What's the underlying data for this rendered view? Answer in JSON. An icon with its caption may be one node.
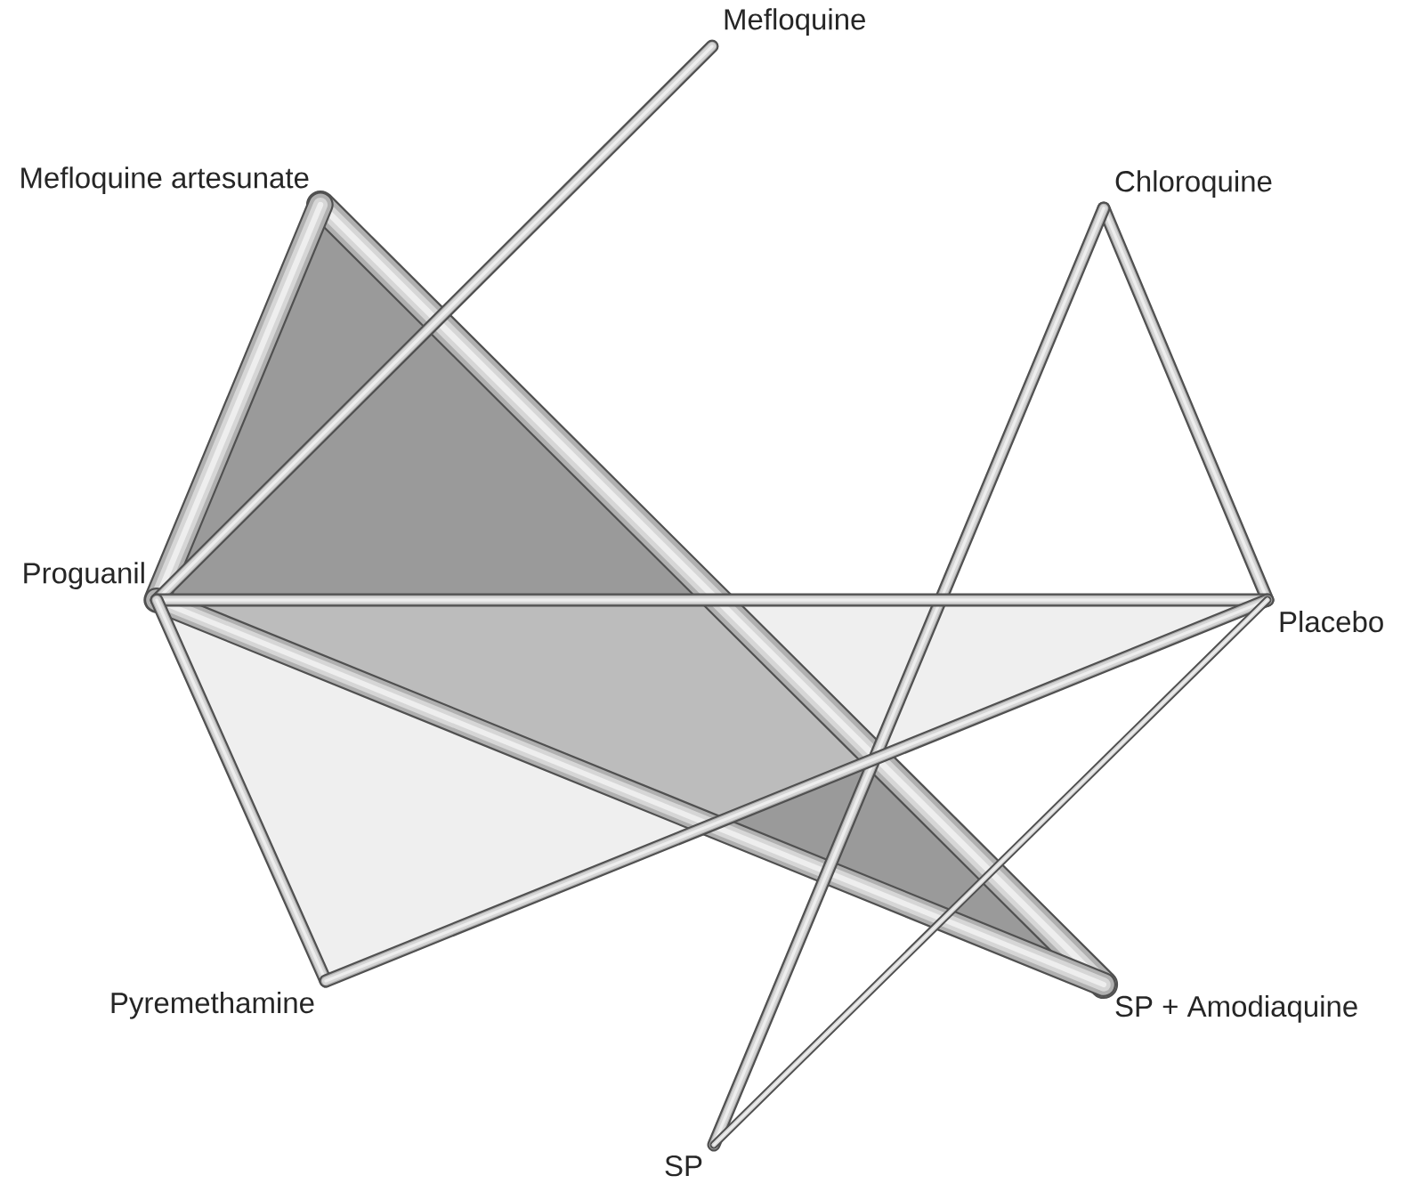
{
  "diagram": {
    "nodes": [
      {
        "text": [
          "Mefloquine"
        ]
      },
      {
        "text": [
          "Mefloquine artesunate"
        ]
      },
      {
        "text": [
          "Chloroquine"
        ]
      },
      {
        "text": [
          "Proguanil"
        ]
      },
      {
        "text": [
          "Placebo"
        ]
      },
      {
        "text": [
          "Pyremethamine"
        ]
      },
      {
        "text": [
          "SP + Amodiaquine"
        ]
      },
      {
        "text": [
          "SP"
        ]
      }
    ],
    "edges": [
      {
        "from": 0,
        "to": 3,
        "arrow": "none"
      },
      {
        "from": 1,
        "to": 3,
        "arrow": "none",
        "style": "thick"
      },
      {
        "from": 1,
        "to": 6,
        "arrow": "none",
        "style": "thick"
      },
      {
        "from": 2,
        "to": 4,
        "arrow": "none"
      },
      {
        "from": 2,
        "to": 7,
        "arrow": "none"
      },
      {
        "from": 3,
        "to": 4,
        "arrow": "none"
      },
      {
        "from": 3,
        "to": 5,
        "arrow": "none"
      },
      {
        "from": 3,
        "to": 6,
        "arrow": "none",
        "style": "thick"
      },
      {
        "from": 5,
        "to": 4,
        "arrow": "none"
      },
      {
        "from": 4,
        "to": 7,
        "arrow": "none"
      }
    ]
  }
}
